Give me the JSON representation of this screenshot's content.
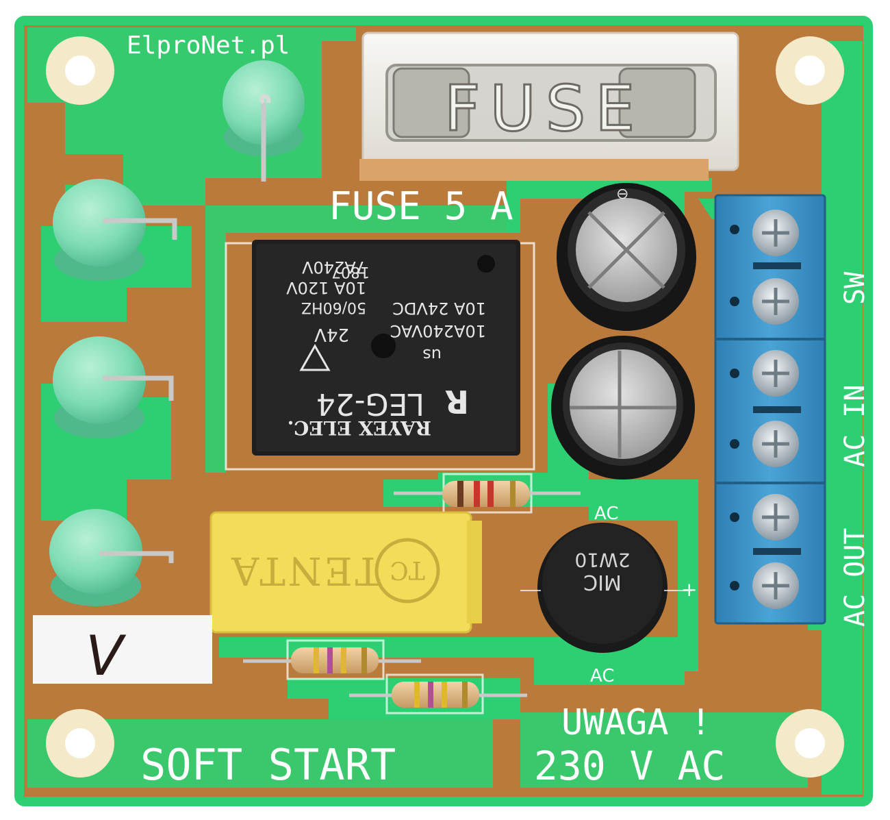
{
  "board": {
    "brand": "ElproNet.pl",
    "fuse_rating": "FUSE 5 A",
    "fuse_cap_text": "FUSE",
    "product_name": "SOFT START",
    "warning_title": "UWAGA !",
    "warning_voltage": "230 V AC",
    "marker_label": "V",
    "terminal_labels": [
      "SW",
      "AC IN",
      "AC OUT"
    ],
    "bridge_pin_labels": [
      "AC",
      "AC"
    ],
    "bridge_sign": "+",
    "colors": {
      "background": "#ffffff",
      "pcb_brown": "#b97a3b",
      "copper_green": "#2ecf72",
      "terminal_blue": "#3d97cc",
      "relay_black": "#1e1e1e",
      "capacitor_yellow": "#f2dc5a",
      "inductor_mint": "#7fdcb5"
    }
  },
  "relay": {
    "brand": "RAYEX ELEC.",
    "model": "LEG-24",
    "coil": "24V",
    "rating_ac": "10A240VAC",
    "rating_dc": "10A 24VDC",
    "frequency": "50/60HZ",
    "rating_120": "10A 120V",
    "rating_240": "7A240V",
    "date_code": "1807",
    "cert_mark": "us"
  },
  "x_capacitor": {
    "brand_text": "TENTA",
    "logo_text": "TC"
  },
  "bridge_rectifier": {
    "brand": "MIC",
    "model": "2W10"
  }
}
